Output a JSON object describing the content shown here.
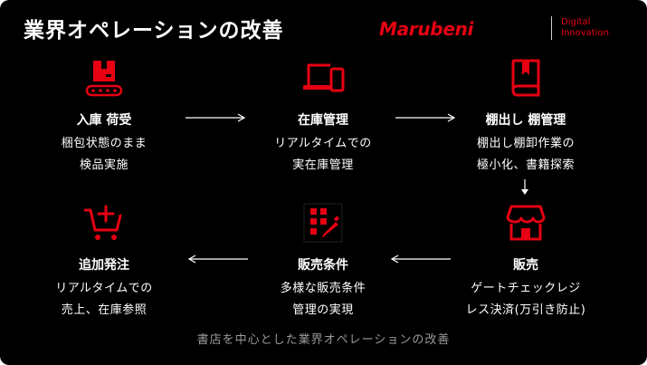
{
  "title": "業界オペレーションの改善",
  "logo": {
    "name": "Marubeni",
    "sub_line1": "Digital",
    "sub_line2": "Innovation",
    "color": "#e60012"
  },
  "accent_color": "#e60012",
  "steps": [
    {
      "icon": "package-conveyor-icon",
      "title": "入庫 荷受",
      "desc_line1": "梱包状態のまま",
      "desc_line2": "検品実施"
    },
    {
      "icon": "laptop-tablet-icon",
      "title": "在庫管理",
      "desc_line1": "リアルタイムでの",
      "desc_line2": "実在庫管理"
    },
    {
      "icon": "book-icon",
      "title": "棚出し 棚管理",
      "desc_line1": "棚出し棚卸作業の",
      "desc_line2": "極小化、書籍探索"
    },
    {
      "icon": "shop-icon",
      "title": "販売",
      "desc_line1": "ゲートチェックレジ",
      "desc_line2": "レス決済(万引き防止)"
    },
    {
      "icon": "grid-edit-icon",
      "title": "販売条件",
      "desc_line1": "多様な販売条件",
      "desc_line2": "管理の実現"
    },
    {
      "icon": "cart-add-icon",
      "title": "追加発注",
      "desc_line1": "リアルタイムでの",
      "desc_line2": "売上、在庫参照"
    }
  ],
  "caption": "書店を中心とした業界オペレーションの改善"
}
